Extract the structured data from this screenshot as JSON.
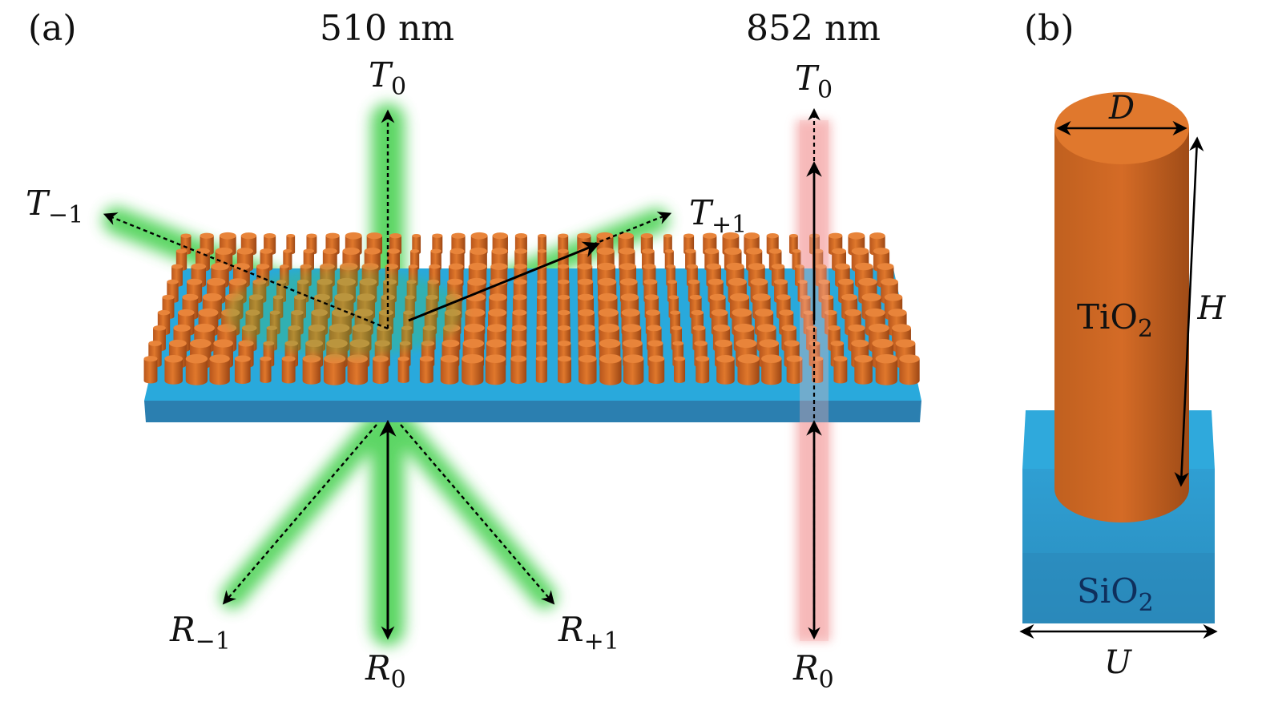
{
  "panel_a": {
    "label": "(a)",
    "wavelength_green": "510 nm",
    "wavelength_red": "852 nm",
    "orders": [
      {
        "key": "T0_green",
        "base": "T",
        "sub": "0"
      },
      {
        "key": "T_minus1",
        "base": "T",
        "sub": "−1"
      },
      {
        "key": "T_plus1",
        "base": "T",
        "sub": "+1"
      },
      {
        "key": "R_minus1",
        "base": "R",
        "sub": "−1"
      },
      {
        "key": "R0_green",
        "base": "R",
        "sub": "0"
      },
      {
        "key": "R_plus1",
        "base": "R",
        "sub": "+1"
      },
      {
        "key": "T0_red",
        "base": "T",
        "sub": "0"
      },
      {
        "key": "R0_red",
        "base": "R",
        "sub": "0"
      }
    ]
  },
  "panel_b": {
    "label": "(b)",
    "pillar_material": {
      "base": "TiO",
      "sub": "2"
    },
    "substrate_material": {
      "base": "SiO",
      "sub": "2"
    },
    "diameter": "D",
    "height": "H",
    "period": "U"
  },
  "colors": {
    "pillar": "#e07a2e",
    "pillar_dark": "#b4561c",
    "substrate": "#2ea6d8",
    "green_beam": "#3fcf4a",
    "red_beam": "#f2a0a0"
  }
}
